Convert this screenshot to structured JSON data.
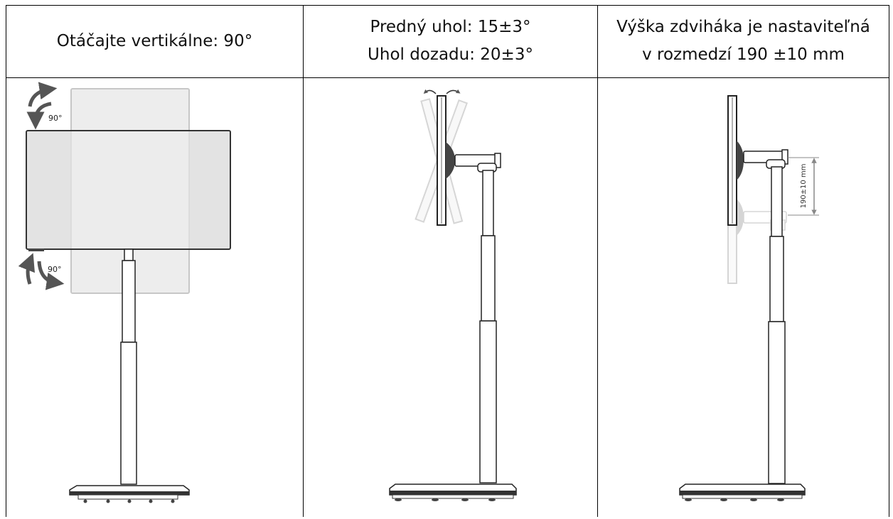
{
  "columns": [
    {
      "id": "rotate",
      "lines": [
        "Otáčajte vertikálne: 90°"
      ]
    },
    {
      "id": "tilt",
      "lines": [
        "Predný uhol: 15±3°",
        "Uhol dozadu: 20±3°"
      ]
    },
    {
      "id": "lift",
      "lines": [
        "Výška zdviháka je nastaviteľná",
        "v rozmedzí 190 ±10 mm"
      ]
    }
  ],
  "annotations": {
    "rotate_top": "90°",
    "rotate_bottom": "90°",
    "lift_dimension": "190±10 mm"
  },
  "colors": {
    "line": "#1a1a1a",
    "panel": "#e6e6e6",
    "ghost": "#bdbdbd",
    "arrow": "#555555",
    "border": "#000000"
  }
}
